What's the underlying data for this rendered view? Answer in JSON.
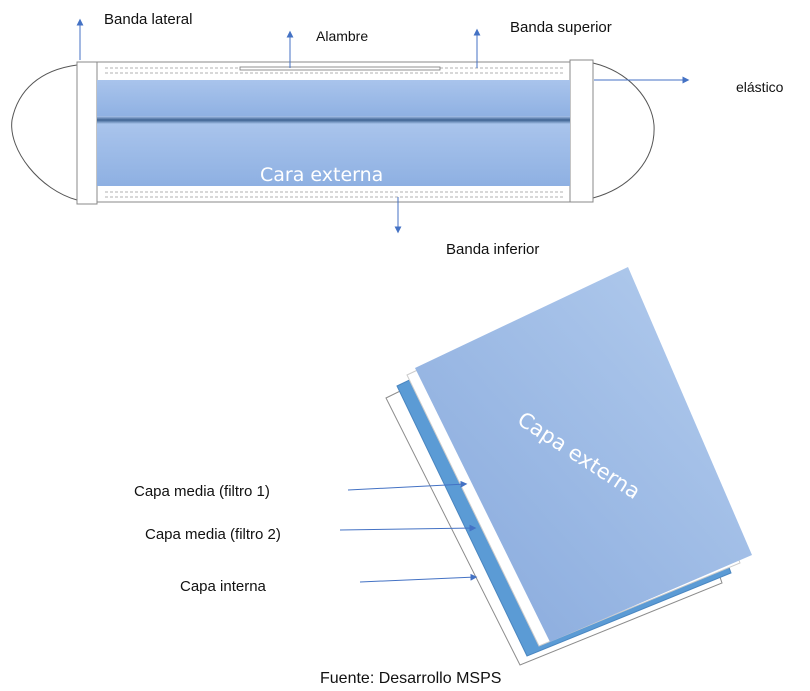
{
  "top_diagram": {
    "labels": {
      "banda_lateral": "Banda lateral",
      "alambre": "Alambre",
      "banda_superior": "Banda superior",
      "elastico": "elástico",
      "banda_inferior": "Banda inferior",
      "cara_externa": "Cara externa"
    }
  },
  "bottom_diagram": {
    "labels": {
      "capa_media_1": "Capa media (filtro 1)",
      "capa_media_2": "Capa media (filtro 2)",
      "capa_interna": "Capa interna",
      "capa_externa": "Capa externa"
    }
  },
  "source": "Fuente: Desarrollo MSPS",
  "colors": {
    "arrow": "#4472c4",
    "mask_band": "#8fb1e3",
    "layer_blue": "#5b9bd5",
    "line_gray": "#808080"
  }
}
